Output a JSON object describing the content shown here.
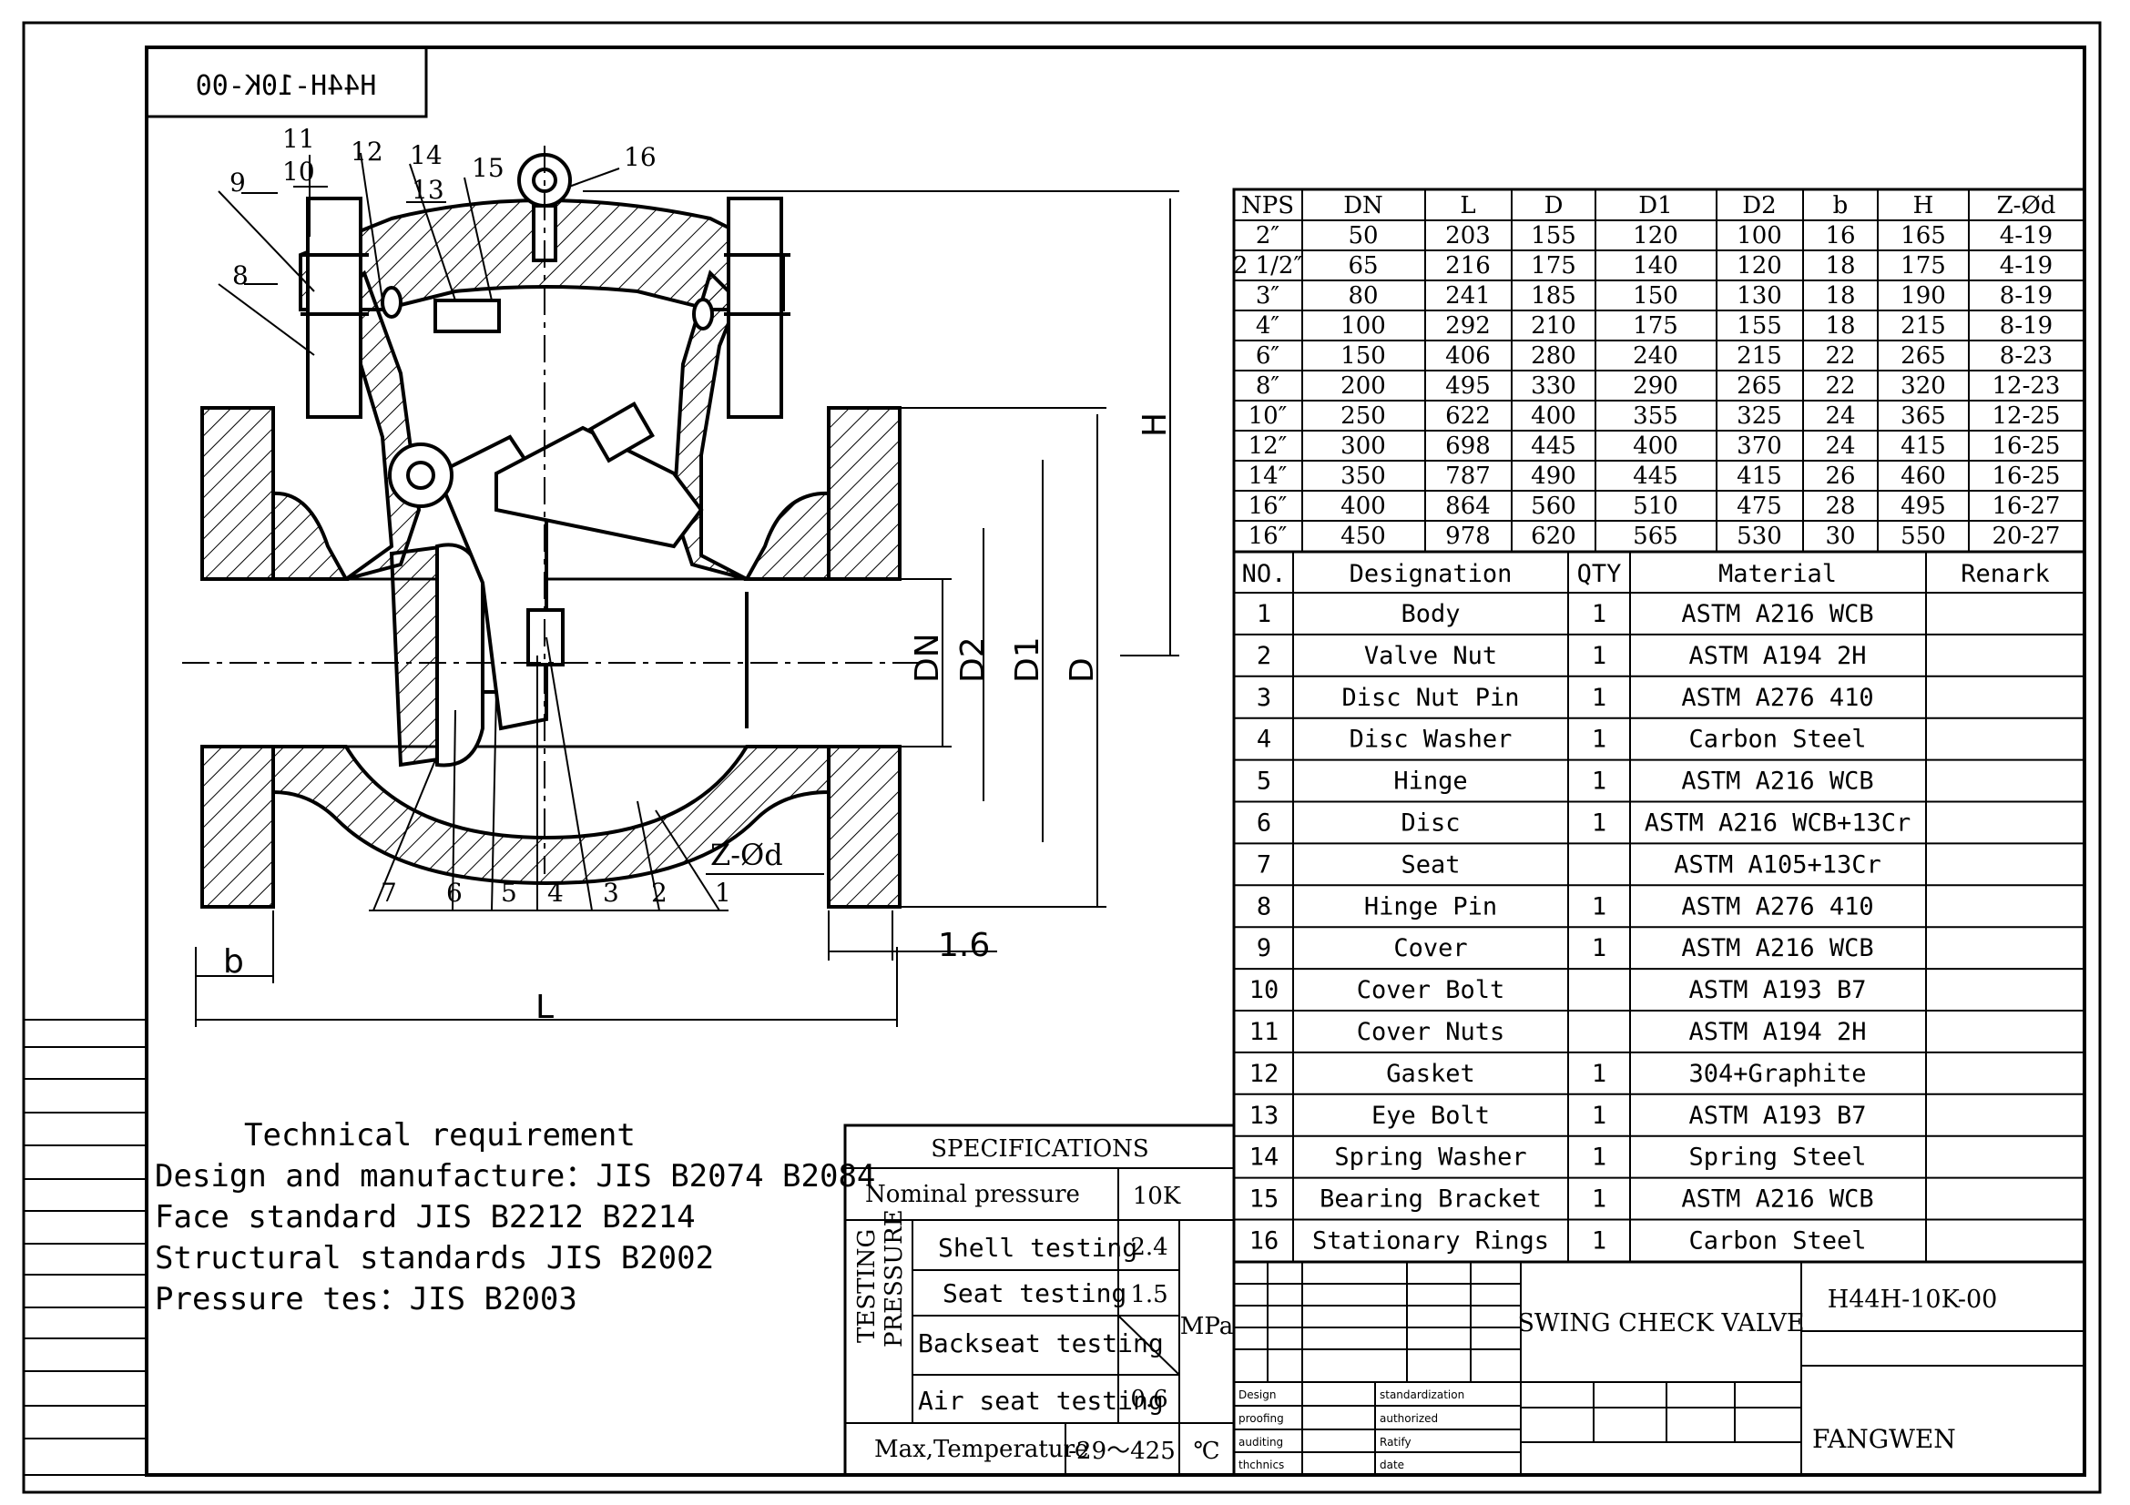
{
  "drawing_number_mirrored": "H44H-10K-00",
  "part_callouts": [
    "1",
    "2",
    "3",
    "4",
    "5",
    "6",
    "7",
    "8",
    "9",
    "10",
    "11",
    "12",
    "13",
    "14",
    "15",
    "16"
  ],
  "dimension_labels": {
    "H": "H",
    "DN": "DN",
    "D2": "D2",
    "D1": "D1",
    "D": "D",
    "L": "L",
    "b": "b",
    "zphid": "Z-Ød",
    "rf": "1.6"
  },
  "dim_table": {
    "headers": [
      "NPS",
      "DN",
      "L",
      "D",
      "D1",
      "D2",
      "b",
      "H",
      "Z-Ød"
    ],
    "rows": [
      [
        "2″",
        "50",
        "203",
        "155",
        "120",
        "100",
        "16",
        "165",
        "4-19"
      ],
      [
        "2 1/2″",
        "65",
        "216",
        "175",
        "140",
        "120",
        "18",
        "175",
        "4-19"
      ],
      [
        "3″",
        "80",
        "241",
        "185",
        "150",
        "130",
        "18",
        "190",
        "8-19"
      ],
      [
        "4″",
        "100",
        "292",
        "210",
        "175",
        "155",
        "18",
        "215",
        "8-19"
      ],
      [
        "6″",
        "150",
        "406",
        "280",
        "240",
        "215",
        "22",
        "265",
        "8-23"
      ],
      [
        "8″",
        "200",
        "495",
        "330",
        "290",
        "265",
        "22",
        "320",
        "12-23"
      ],
      [
        "10″",
        "250",
        "622",
        "400",
        "355",
        "325",
        "24",
        "365",
        "12-25"
      ],
      [
        "12″",
        "300",
        "698",
        "445",
        "400",
        "370",
        "24",
        "415",
        "16-25"
      ],
      [
        "14″",
        "350",
        "787",
        "490",
        "445",
        "415",
        "26",
        "460",
        "16-25"
      ],
      [
        "16″",
        "400",
        "864",
        "560",
        "510",
        "475",
        "28",
        "495",
        "16-27"
      ],
      [
        "16″",
        "450",
        "978",
        "620",
        "565",
        "530",
        "30",
        "550",
        "20-27"
      ]
    ]
  },
  "parts_table": {
    "headers": [
      "NO.",
      "Designation",
      "QTY",
      "Material",
      "Renark"
    ],
    "rows": [
      [
        "1",
        "Body",
        "1",
        "ASTM A216 WCB",
        ""
      ],
      [
        "2",
        "Valve Nut",
        "1",
        "ASTM A194 2H",
        ""
      ],
      [
        "3",
        "Disc Nut Pin",
        "1",
        "ASTM A276 410",
        ""
      ],
      [
        "4",
        "Disc Washer",
        "1",
        "Carbon Steel",
        ""
      ],
      [
        "5",
        "Hinge",
        "1",
        "ASTM A216 WCB",
        ""
      ],
      [
        "6",
        "Disc",
        "1",
        "ASTM A216 WCB+13Cr",
        ""
      ],
      [
        "7",
        "Seat",
        "",
        "ASTM A105+13Cr",
        ""
      ],
      [
        "8",
        "Hinge Pin",
        "1",
        "ASTM A276 410",
        ""
      ],
      [
        "9",
        "Cover",
        "1",
        "ASTM A216 WCB",
        ""
      ],
      [
        "10",
        "Cover Bolt",
        "",
        "ASTM A193 B7",
        ""
      ],
      [
        "11",
        "Cover Nuts",
        "",
        "ASTM A194 2H",
        ""
      ],
      [
        "12",
        "Gasket",
        "1",
        "304+Graphite",
        ""
      ],
      [
        "13",
        "Eye Bolt",
        "1",
        "ASTM A193 B7",
        ""
      ],
      [
        "14",
        "Spring Washer",
        "1",
        "Spring Steel",
        ""
      ],
      [
        "15",
        "Bearing Bracket",
        "1",
        "ASTM A216 WCB",
        ""
      ],
      [
        "16",
        "Stationary Rings",
        "1",
        "Carbon Steel",
        ""
      ]
    ]
  },
  "tech": {
    "title": "Technical requirement",
    "lines": [
      "Design and manufacture：JIS B2074 B2084",
      "Face standard JIS B2212 B2214",
      "Structural standards JIS B2002",
      "Pressure tes：JIS B2003"
    ]
  },
  "specs": {
    "title": "SPECIFICATIONS",
    "nominal_label": "Nominal pressure",
    "nominal_value": "10K",
    "testing_label_1": "TESTING",
    "testing_label_2": "PRESSURE",
    "shell_label": "Shell testing",
    "shell_value": "2.4",
    "seat_label": "Seat testing",
    "seat_value": "1.5",
    "backseat_label": "Backseat testing",
    "air_label": "Air seat testing",
    "air_value": "0.6",
    "unit": "MPa",
    "temp_label": "Max,Temperature",
    "temp_value": "-29～425",
    "temp_unit": "℃"
  },
  "title_block": {
    "name": "SWING CHECK VALVE",
    "drawing_no": "H44H-10K-00",
    "company": "FANGWEN",
    "design": "Design",
    "proofing": "proofing",
    "auditing": "auditing",
    "technics": "thchnics",
    "standardization": "standardization",
    "authorized": "authorized",
    "ratify": "Ratify",
    "date": "date"
  }
}
